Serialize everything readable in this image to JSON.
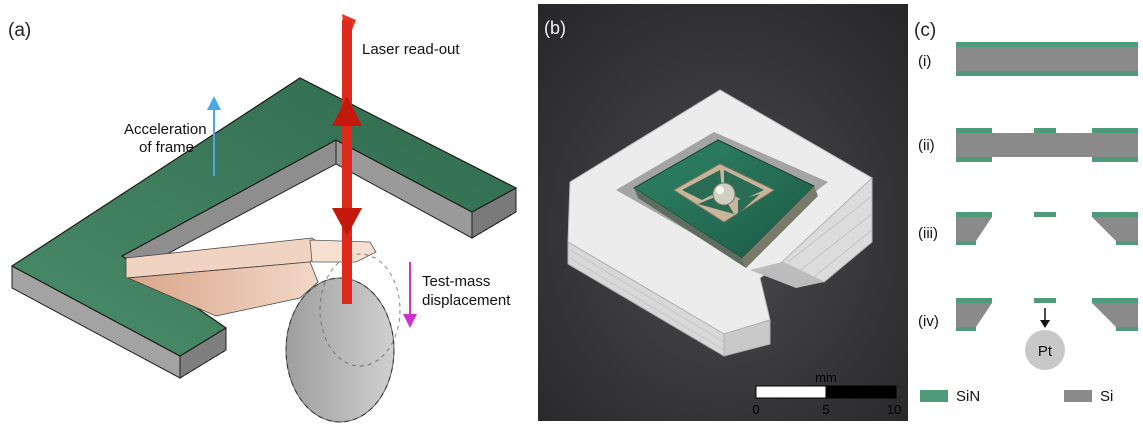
{
  "panel_a": {
    "label": "(a)",
    "laser_label": "Laser read-out",
    "acceleration_label": [
      "Acceleration",
      "of frame"
    ],
    "displacement_label": [
      "Test-mass",
      "displacement"
    ],
    "colors": {
      "frame_top": "#3f7f5e",
      "frame_side": "#9a9a9a",
      "laser": "#dd2a1b",
      "accel_arrow": "#4aa8e8",
      "disp_arrow": "#cc33cc",
      "membrane": "#e2b49c"
    }
  },
  "panel_b": {
    "label": "(b)",
    "scalebar": {
      "unit": "mm",
      "ticks": [
        "0",
        "5",
        "10"
      ]
    }
  },
  "panel_c": {
    "label": "(c)",
    "steps": [
      "(i)",
      "(ii)",
      "(iii)",
      "(iv)"
    ],
    "mass_label": "Pt",
    "legend": [
      {
        "name": "SiN",
        "color": "#4e9a7b"
      },
      {
        "name": "Si",
        "color": "#8a8a8a"
      }
    ]
  }
}
